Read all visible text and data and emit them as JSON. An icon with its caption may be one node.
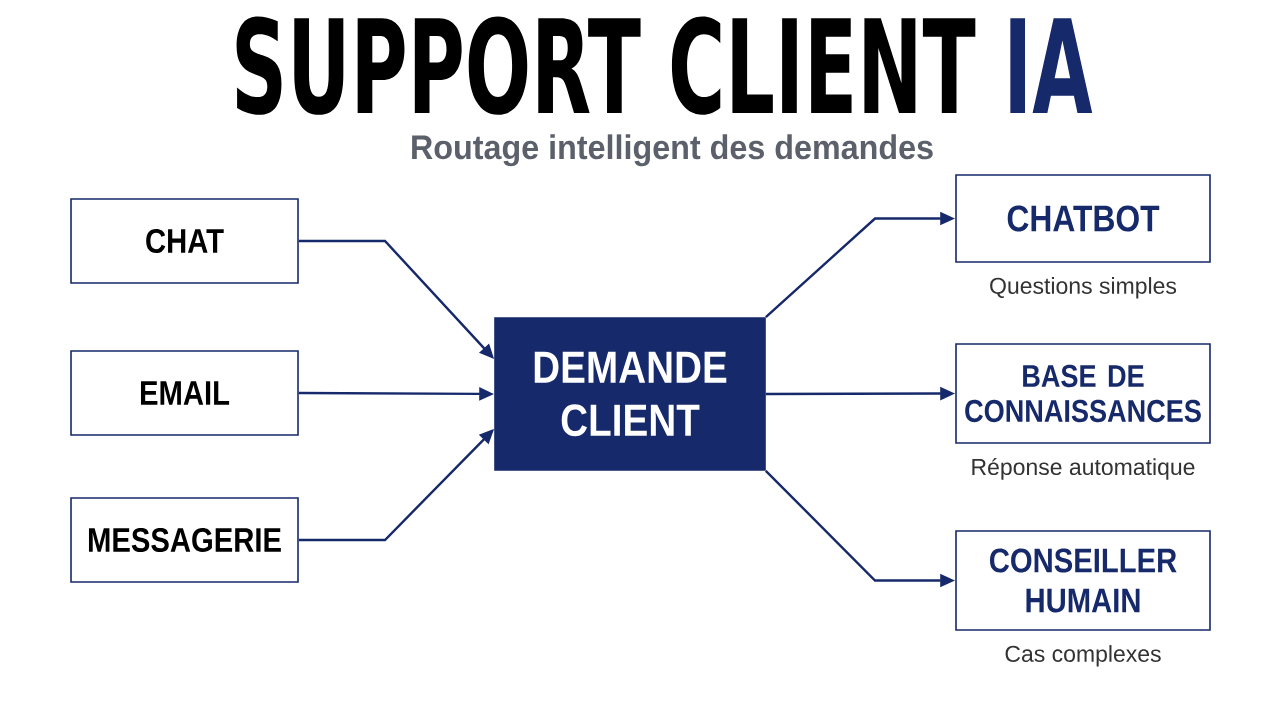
{
  "diagram": {
    "title": "SUPPORT CLIENT IA",
    "nodes": [
      {
        "text": [
          "CHAT"
        ]
      },
      {
        "text": [
          "EMAIL"
        ]
      },
      {
        "text": [
          "MESSAGERIE"
        ]
      },
      {
        "text": [
          "DEMANDE CLIENT"
        ]
      },
      {
        "text": [
          "CHATBOT"
        ],
        "beside": [
          "Questions simples"
        ]
      },
      {
        "text": [
          "BASE DE CONNAISSANCES"
        ],
        "beside": [
          "Réponse automatique"
        ]
      },
      {
        "text": [
          "CONSEILLER HUMAIN"
        ],
        "beside": [
          "Cas complexes"
        ]
      }
    ],
    "edges": [
      {
        "from": 0,
        "to": 3,
        "arrow": "to"
      },
      {
        "from": 1,
        "to": 3,
        "arrow": "to"
      },
      {
        "from": 2,
        "to": 3,
        "arrow": "to"
      },
      {
        "from": 3,
        "to": 4,
        "arrow": "to"
      },
      {
        "from": 3,
        "to": 5,
        "arrow": "to"
      },
      {
        "from": 3,
        "to": 6,
        "arrow": "to"
      }
    ],
    "labels": [
      "Routage intelligent des demandes"
    ]
  }
}
